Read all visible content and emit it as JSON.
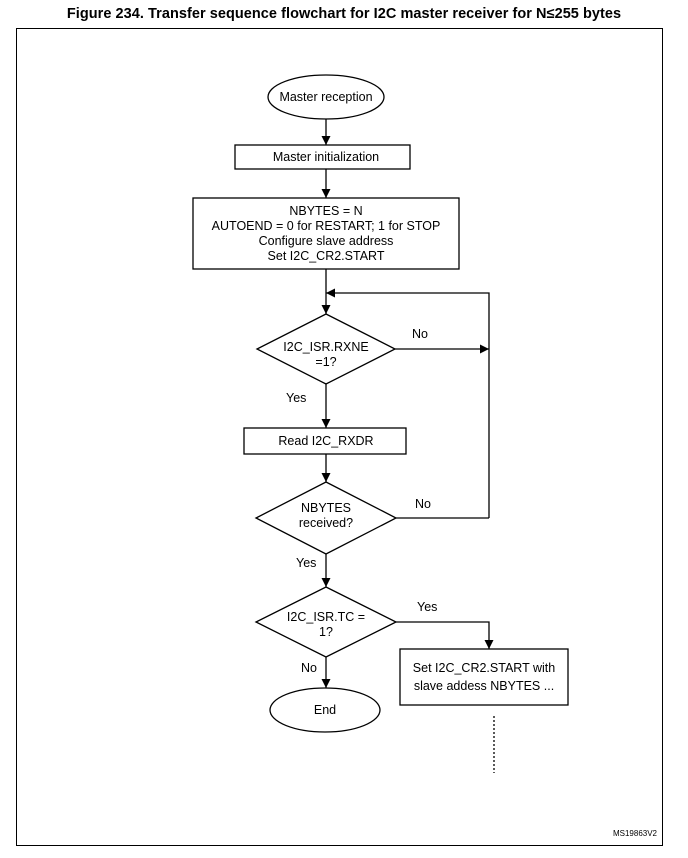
{
  "figure": {
    "title": "Figure 234. Transfer sequence flowchart for I2C master receiver for N≤255 bytes",
    "reference_code": "MS19863V2"
  },
  "nodes": {
    "start": {
      "label": "Master reception"
    },
    "init": {
      "label": "Master initialization"
    },
    "config": {
      "lines": [
        "NBYTES = N",
        "AUTOEND = 0 for RESTART; 1 for STOP",
        "Configure slave address",
        "Set I2C_CR2.START"
      ]
    },
    "rxne_check": {
      "lines": [
        "I2C_ISR.RXNE",
        "=1?"
      ]
    },
    "read": {
      "label": "Read I2C_RXDR"
    },
    "nbytes_check": {
      "lines": [
        "NBYTES",
        "received?"
      ]
    },
    "tc_check": {
      "lines": [
        "I2C_ISR.TC =",
        "1?"
      ]
    },
    "restart": {
      "lines": [
        "Set I2C_CR2.START with",
        "slave addess NBYTES ..."
      ]
    },
    "end": {
      "label": "End"
    }
  },
  "edge_labels": {
    "rxne_no": "No",
    "rxne_yes": "Yes",
    "nbytes_no": "No",
    "nbytes_yes": "Yes",
    "tc_yes": "Yes",
    "tc_no": "No"
  }
}
